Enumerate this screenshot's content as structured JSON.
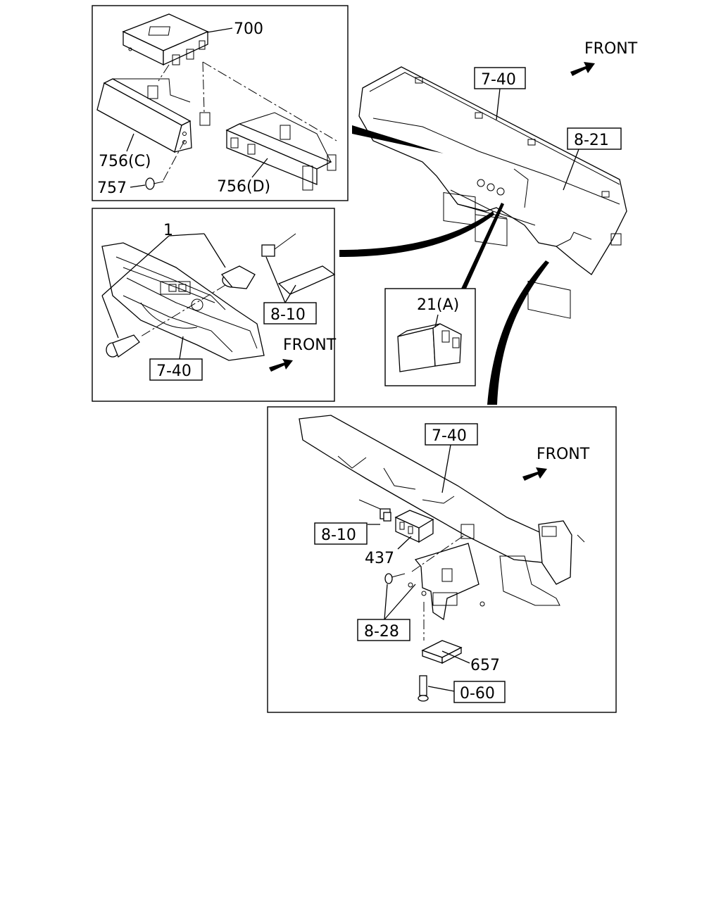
{
  "callouts": {
    "p700": "700",
    "p756c": "756(C)",
    "p757": "757",
    "p756d": "756(D)",
    "p1": "1",
    "p810a": "8-10",
    "p740a": "7-40",
    "p740top": "7-40",
    "p821": "8-21",
    "p21a": "21(A)",
    "p740c": "7-40",
    "p810c": "8-10",
    "p437": "437",
    "p828": "8-28",
    "p657": "657",
    "p060": "0-60"
  },
  "direction": {
    "front_top": "FRONT",
    "front_mid": "FRONT",
    "front_bot": "FRONT"
  }
}
